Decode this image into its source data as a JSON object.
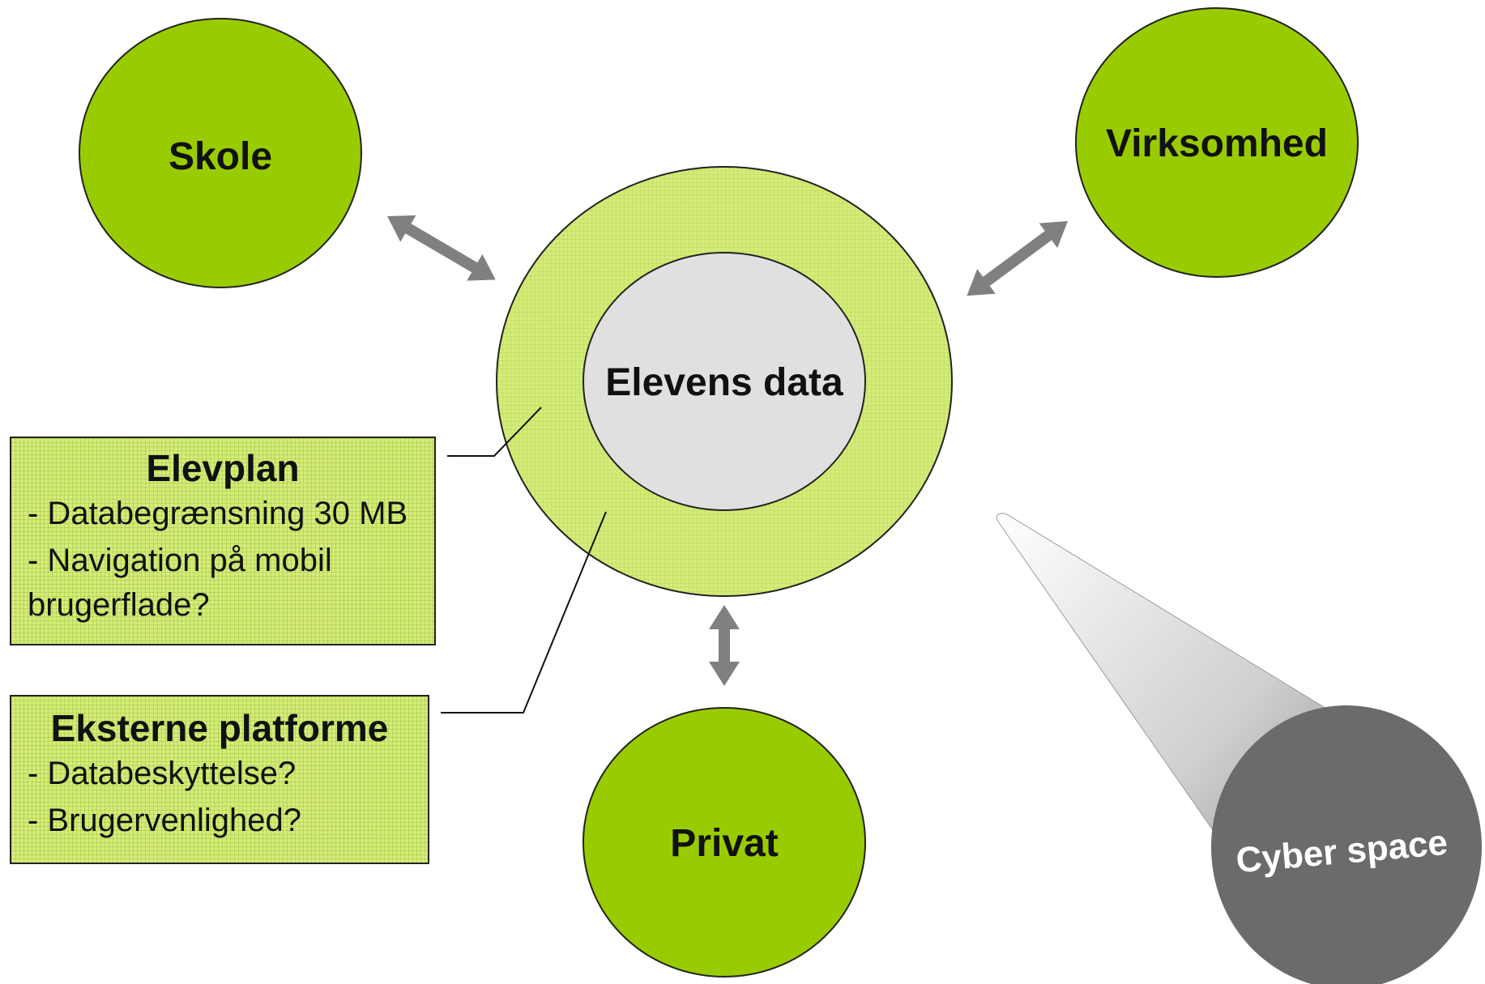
{
  "nodes": {
    "center": {
      "label": "Elevens data"
    },
    "skole": {
      "label": "Skole"
    },
    "virksomhed": {
      "label": "Virksomhed"
    },
    "privat": {
      "label": "Privat"
    },
    "cyber": {
      "label": "Cyber space"
    }
  },
  "callouts": {
    "elevplan": {
      "title": "Elevplan",
      "lines": [
        "- Databegrænsning 30 MB",
        "- Navigation på mobil",
        "brugerflade?"
      ]
    },
    "eksterne": {
      "title": "Eksterne platforme",
      "lines": [
        "- Databeskyttelse?",
        "- Brugervenlighed?"
      ]
    }
  },
  "colors": {
    "node_green": "#99cc00",
    "ring_green": "#d4ec7a",
    "center_gray": "#e0e0e0",
    "arrow_gray": "#808080",
    "cyber_dark": "#6b6b6b",
    "text_dark": "#111111",
    "text_white": "#ffffff"
  }
}
